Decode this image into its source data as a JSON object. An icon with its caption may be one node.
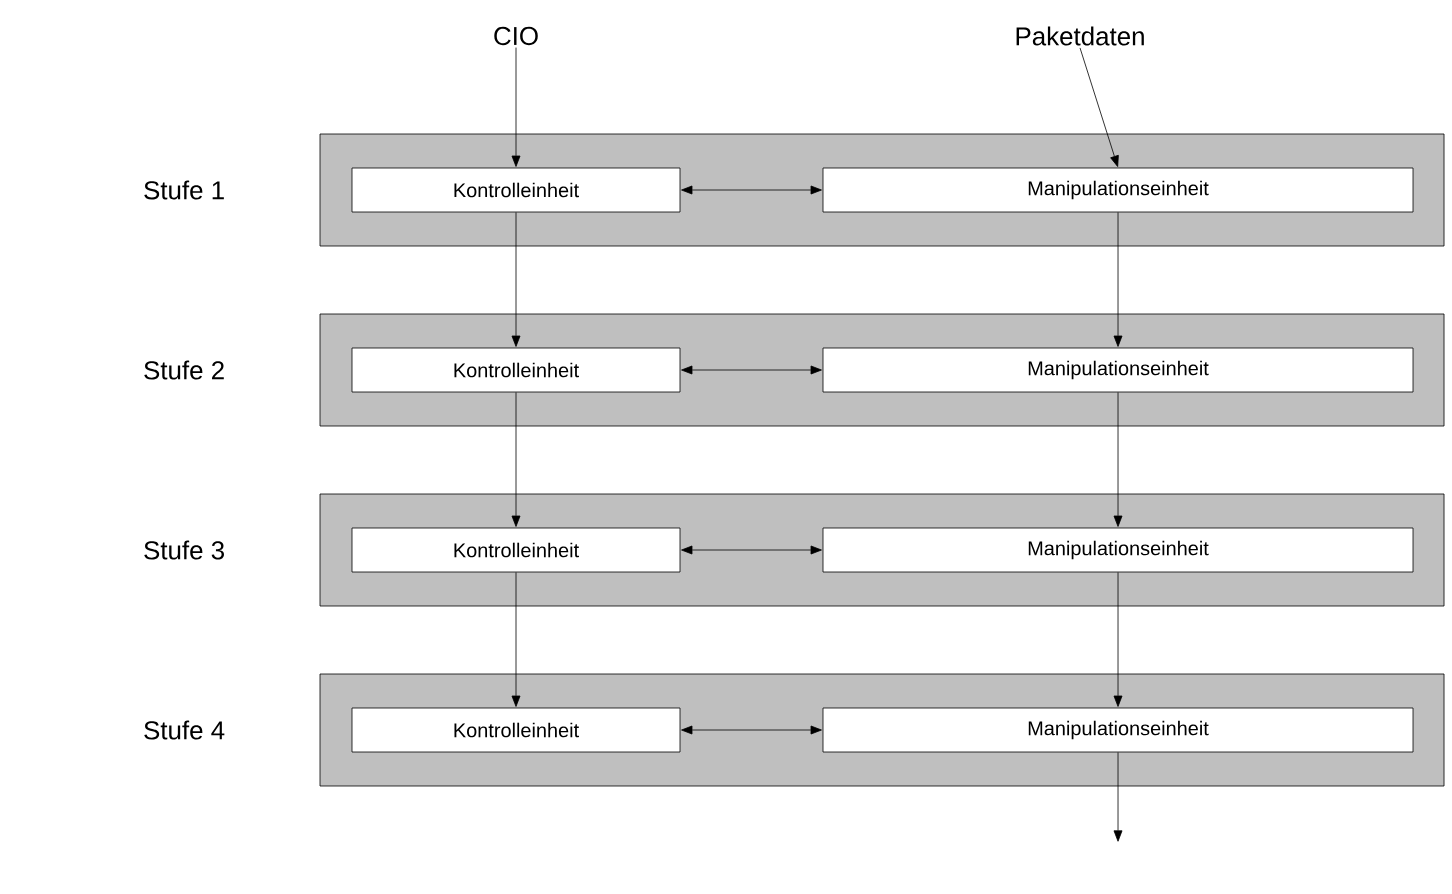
{
  "diagram": {
    "nodes": [
      {
        "text": [
          "CIO"
        ]
      },
      {
        "text": [
          "Paketdaten"
        ]
      },
      {
        "text": [
          "Stufe 1"
        ]
      },
      {
        "text": [
          "Kontrolleinheit"
        ],
        "in": 2
      },
      {
        "text": [
          "Manipulationseinheit"
        ],
        "in": 2
      },
      {
        "text": [
          "Stufe 2"
        ]
      },
      {
        "text": [
          "Kontrolleinheit"
        ],
        "in": 5
      },
      {
        "text": [
          "Manipulationseinheit"
        ],
        "in": 5
      },
      {
        "text": [
          "Stufe 3"
        ]
      },
      {
        "text": [
          "Kontrolleinheit"
        ],
        "in": 8
      },
      {
        "text": [
          "Manipulationseinheit"
        ],
        "in": 8
      },
      {
        "text": [
          "Stufe 4"
        ]
      },
      {
        "text": [
          "Kontrolleinheit"
        ],
        "in": 11
      },
      {
        "text": [
          "Manipulationseinheit"
        ],
        "in": 11
      }
    ],
    "edges": [
      {
        "from": 0,
        "to": 3,
        "arrow": "to"
      },
      {
        "from": 1,
        "to": 4,
        "arrow": "to"
      },
      {
        "from": 3,
        "to": 4,
        "arrow": "both"
      },
      {
        "from": 3,
        "to": 6,
        "arrow": "to"
      },
      {
        "from": 4,
        "to": 7,
        "arrow": "to"
      },
      {
        "from": 6,
        "to": 7,
        "arrow": "both"
      },
      {
        "from": 6,
        "to": 9,
        "arrow": "to"
      },
      {
        "from": 7,
        "to": 10,
        "arrow": "to"
      },
      {
        "from": 9,
        "to": 10,
        "arrow": "both"
      },
      {
        "from": 9,
        "to": 12,
        "arrow": "to"
      },
      {
        "from": 10,
        "to": 13,
        "arrow": "to"
      },
      {
        "from": 12,
        "to": 13,
        "arrow": "both"
      },
      {
        "from": 13,
        "to": null,
        "arrow": "to"
      }
    ]
  }
}
